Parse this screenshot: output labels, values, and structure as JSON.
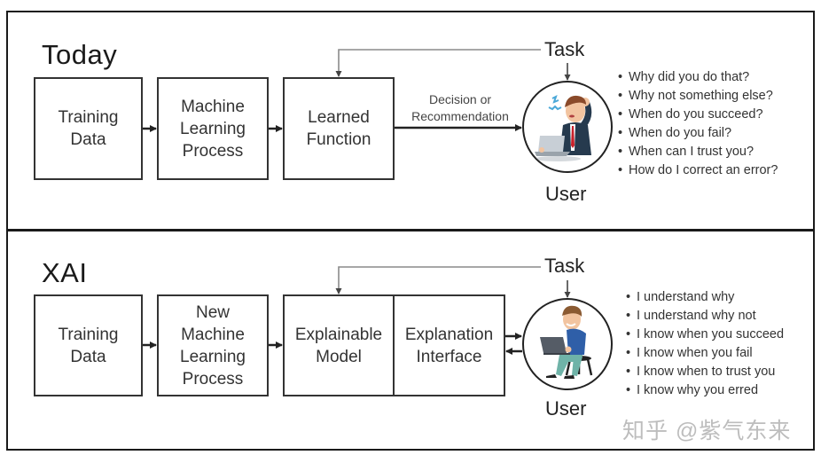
{
  "today": {
    "title": "Today",
    "boxes": [
      {
        "label": "Training\nData"
      },
      {
        "label": "Machine\nLearning\nProcess"
      },
      {
        "label": "Learned\nFunction"
      }
    ],
    "edge_label": "Decision or\nRecommendation",
    "task_label": "Task",
    "user_label": "User",
    "user_figure": "confused-businessman-at-laptop",
    "questions": [
      "Why did you do that?",
      "Why not something else?",
      "When do you succeed?",
      "When do you fail?",
      "When can I trust you?",
      "How do I correct an error?"
    ]
  },
  "xai": {
    "title": "XAI",
    "boxes": [
      {
        "label": "Training\nData"
      },
      {
        "label": "New\nMachine\nLearning\nProcess"
      },
      {
        "label": "Explainable\nModel"
      },
      {
        "label": "Explanation\nInterface"
      }
    ],
    "task_label": "Task",
    "user_label": "User",
    "user_figure": "happy-man-with-laptop",
    "statements": [
      "I understand why",
      "I understand why not",
      "I know when you succeed",
      "I know when you fail",
      "I know when to trust you",
      "I know why you erred"
    ]
  },
  "watermark": "知乎 @紫气东来",
  "colors": {
    "line": "#222222",
    "feedback_line": "#8a8a8a",
    "shirt_blue": "#2f5fa8",
    "tie_red": "#c8202a",
    "suit_navy": "#263a4e",
    "pants_teal": "#6fb3a8"
  }
}
